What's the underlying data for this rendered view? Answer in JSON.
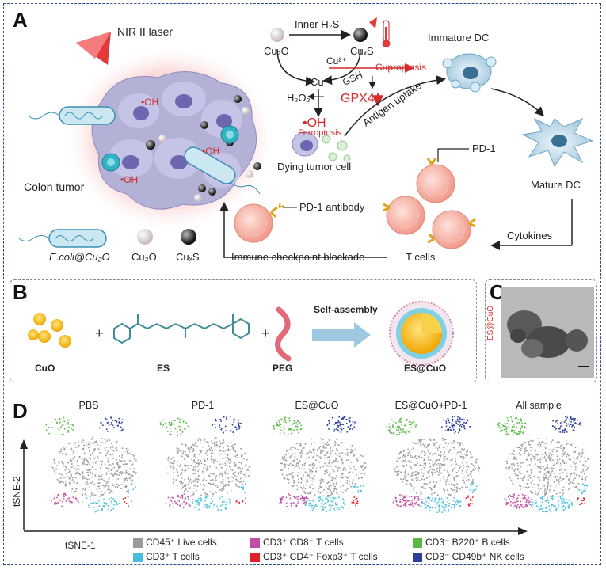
{
  "panelA": {
    "letter": "A",
    "laser": "NIR II laser",
    "tumor": "Colon tumor",
    "oh": "•OH",
    "inner_h2s": "Inner H₂S",
    "cu2o": "Cu₂O",
    "cuxs": "CuₓS",
    "cu2plus": "Cu²⁺",
    "cuproptosis": "Cuproptosis",
    "gsh": "GSH",
    "cuplus": "Cu⁺",
    "h2o2": "H₂O₂",
    "gpx4": "GPX4",
    "oh_product": "•OH",
    "ferroptosis": "Ferroptosis",
    "dying_cell": "Dying tumor cell",
    "antigen_uptake": "Antigen uptake",
    "immature_dc": "Immature DC",
    "mature_dc": "Mature DC",
    "pd1": "PD-1",
    "pd1_antibody": "PD-1 antibody",
    "cytokines": "Cytokines",
    "tcells": "T cells",
    "icb": "Immune checkpoint blockade",
    "legend_ecoli": "E.coli@Cu₂O",
    "legend_cu2o": "Cu₂O",
    "legend_cuxs": "CuₓS"
  },
  "panelB": {
    "letter": "B",
    "cuo": "CuO",
    "es": "ES",
    "peg": "PEG",
    "self_assembly": "Self-assembly",
    "product": "ES@CuO",
    "plus": "+"
  },
  "panelC": {
    "letter": "C",
    "side_label": "ES@CuO"
  },
  "panelD": {
    "letter": "D",
    "columns": [
      "PBS",
      "PD-1",
      "ES@CuO",
      "ES@CuO+PD-1",
      "All sample"
    ],
    "yaxis": "tSNE-2",
    "xaxis": "tSNE-1",
    "legend": [
      {
        "label": "CD45⁺ Live cells",
        "color": "#9a9a9a"
      },
      {
        "label": "CD3⁺ CD8⁺ T cells",
        "color": "#c04ea6"
      },
      {
        "label": "CD3⁻ B220⁺ B cells",
        "color": "#58b947"
      },
      {
        "label": "CD3⁺ T cells",
        "color": "#45bfdc"
      },
      {
        "label": "CD3⁺ CD4⁺  Foxp3⁺ T cells",
        "color": "#e0202a"
      },
      {
        "label": "CD3⁻ CD49b⁺ NK cells",
        "color": "#2e3f9a"
      }
    ]
  }
}
